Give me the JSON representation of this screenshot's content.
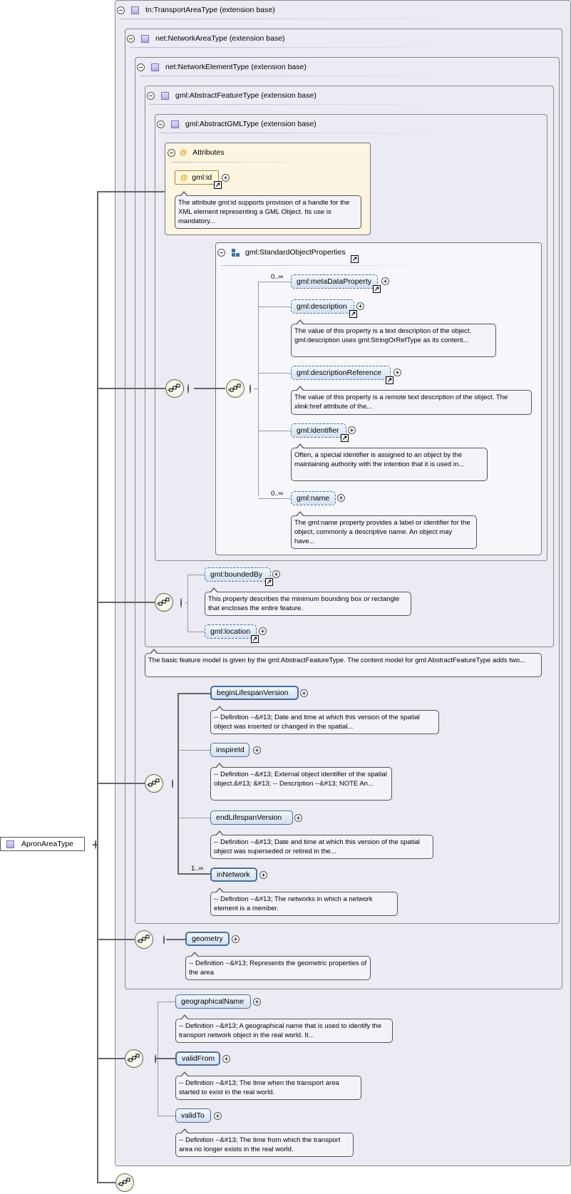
{
  "root": {
    "label": "ApronAreaType"
  },
  "types": {
    "transport_area": "tn:TransportAreaType (extension base)",
    "network_area": "net:NetworkAreaType (extension base)",
    "network_element": "net:NetworkElementType (extension base)",
    "abstract_feature": "gml:AbstractFeatureType (extension base)",
    "abstract_gml": "gml:AbstractGMLType (extension base)"
  },
  "attributes": {
    "label": "Attributes",
    "at_icon": "@",
    "id": {
      "label": "gml:id",
      "note": "The attribute gml:id supports provision of a handle for the XML element representing a GML Object. Its use is mandatory..."
    }
  },
  "standard_object_properties": {
    "label": "gml:StandardObjectProperties",
    "metadata": {
      "label": "gml:metaDataProperty",
      "card": "0..∞"
    },
    "description": {
      "label": "gml:description",
      "note": "The value of this property is a text description of the object. gml:description uses gml:StringOrRefType as its content..."
    },
    "description_reference": {
      "label": "gml:descriptionReference",
      "note": "The value of this property is a remote text description of the object. The xlink:href attribute of the..."
    },
    "identifier": {
      "label": "gml:identifier",
      "note": "Often, a special identifier is assigned to an object by the maintaining authority with the intention that it is used in..."
    },
    "name": {
      "label": "gml:name",
      "card": "0..∞",
      "note": "The gml:name property provides a label or identifier for the object, commonly a descriptive name. An object may have..."
    }
  },
  "feature": {
    "bounded_by": {
      "label": "gml:boundedBy",
      "note": "This property describes the minimum bounding box or rectangle that encloses the entire feature."
    },
    "location": {
      "label": "gml:location"
    },
    "note": "The basic feature model is given by the gml:AbstractFeatureType. The content model for gml:AbstractFeatureType adds two..."
  },
  "network_element": {
    "begin_lifespan": {
      "label": "beginLifespanVersion",
      "note": "-- Definition --&#13; Date and time at which this version of the spatial object was inserted or changed in the spatial..."
    },
    "inspire_id": {
      "label": "inspireId",
      "note": "-- Definition --&#13; External object identifier of the spatial object.&#13; &#13; -- Description --&#13; NOTE An..."
    },
    "end_lifespan": {
      "label": "endLifespanVersion",
      "note": "-- Definition --&#13; Date and time at which this version of the spatial object was superseded or retired in the..."
    },
    "in_network": {
      "label": "inNetwork",
      "card": "1..∞",
      "note": "-- Definition --&#13; The networks in which a network element is a member."
    }
  },
  "network_area": {
    "geometry": {
      "label": "geometry",
      "note": "-- Definition --&#13; Represents the geometric properties of the area"
    }
  },
  "transport_area": {
    "geographical_name": {
      "label": "geographicalName",
      "note": "-- Definition --&#13; A geographical name that is used to identify the transport network object in the real world. It..."
    },
    "valid_from": {
      "label": "validFrom",
      "note": "-- Definition --&#13; The time when the transport area started to exist in the real world."
    },
    "valid_to": {
      "label": "validTo",
      "note": "-- Definition --&#13; The time from which the transport area no longer exists in the real world."
    }
  },
  "icons": {
    "link": "↗"
  }
}
